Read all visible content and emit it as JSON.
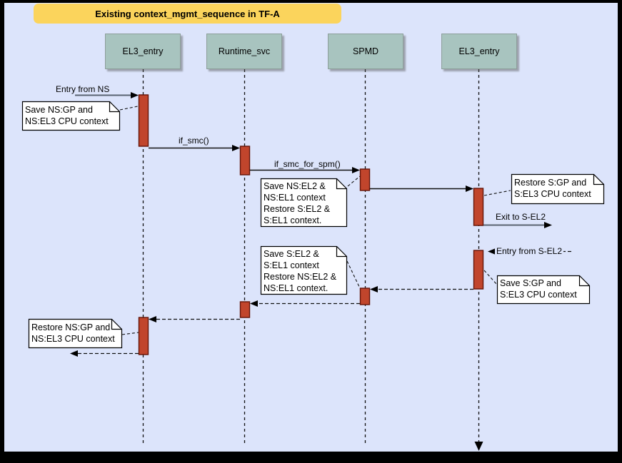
{
  "diagram": {
    "title": "Existing context_mgmt_sequence in TF-A",
    "type": "sequence-diagram",
    "participants": [
      {
        "label": "EL3_entry"
      },
      {
        "label": "Runtime_svc"
      },
      {
        "label": "SPMD"
      },
      {
        "label": "EL3_entry"
      }
    ],
    "messages": [
      {
        "label": "Entry from NS",
        "from": "external",
        "to": "EL3_entry",
        "style": "solid"
      },
      {
        "label": "if_smc()",
        "from": "EL3_entry",
        "to": "Runtime_svc",
        "style": "solid"
      },
      {
        "label": "if_smc_for_spm()",
        "from": "Runtime_svc",
        "to": "SPMD",
        "style": "solid"
      },
      {
        "label": "",
        "from": "SPMD",
        "to": "EL3_entry_2",
        "style": "solid"
      },
      {
        "label": "Exit to S-EL2",
        "from": "EL3_entry_2",
        "to": "external",
        "style": "solid"
      },
      {
        "label": "Entry from S-EL2",
        "from": "external",
        "to": "EL3_entry_2",
        "style": "dashed"
      },
      {
        "label": "",
        "from": "EL3_entry_2",
        "to": "SPMD",
        "style": "dashed"
      },
      {
        "label": "",
        "from": "SPMD",
        "to": "Runtime_svc",
        "style": "dashed"
      },
      {
        "label": "",
        "from": "Runtime_svc",
        "to": "EL3_entry",
        "style": "dashed"
      },
      {
        "label": "",
        "from": "EL3_entry",
        "to": "external",
        "style": "dashed"
      }
    ],
    "notes": [
      {
        "text": "Save NS:GP and\nNS:EL3 CPU context"
      },
      {
        "text": "Save NS:EL2 &\nNS:EL1 context\nRestore S:EL2 &\nS:EL1 context."
      },
      {
        "text": "Restore S:GP and\nS:EL3 CPU context"
      },
      {
        "text": "Save S:EL2 &\nS:EL1 context\nRestore NS:EL2 &\nNS:EL1 context."
      },
      {
        "text": "Save S:GP and\nS:EL3 CPU context"
      },
      {
        "text": "Restore NS:GP and\nNS:EL3 CPU context"
      }
    ],
    "colors": {
      "background": "#dce4fb",
      "frame": "#000000",
      "title_fill": "#fbd45c",
      "title_text": "#000000",
      "participant_fill": "#a8c4bf",
      "participant_border": "#8d9e9a",
      "activation_fill": "#c1452c",
      "activation_border": "#651408",
      "note_fill": "#ffffff",
      "note_border": "#000000",
      "line_black": "#111111",
      "line_gray": "#5a6472"
    }
  }
}
